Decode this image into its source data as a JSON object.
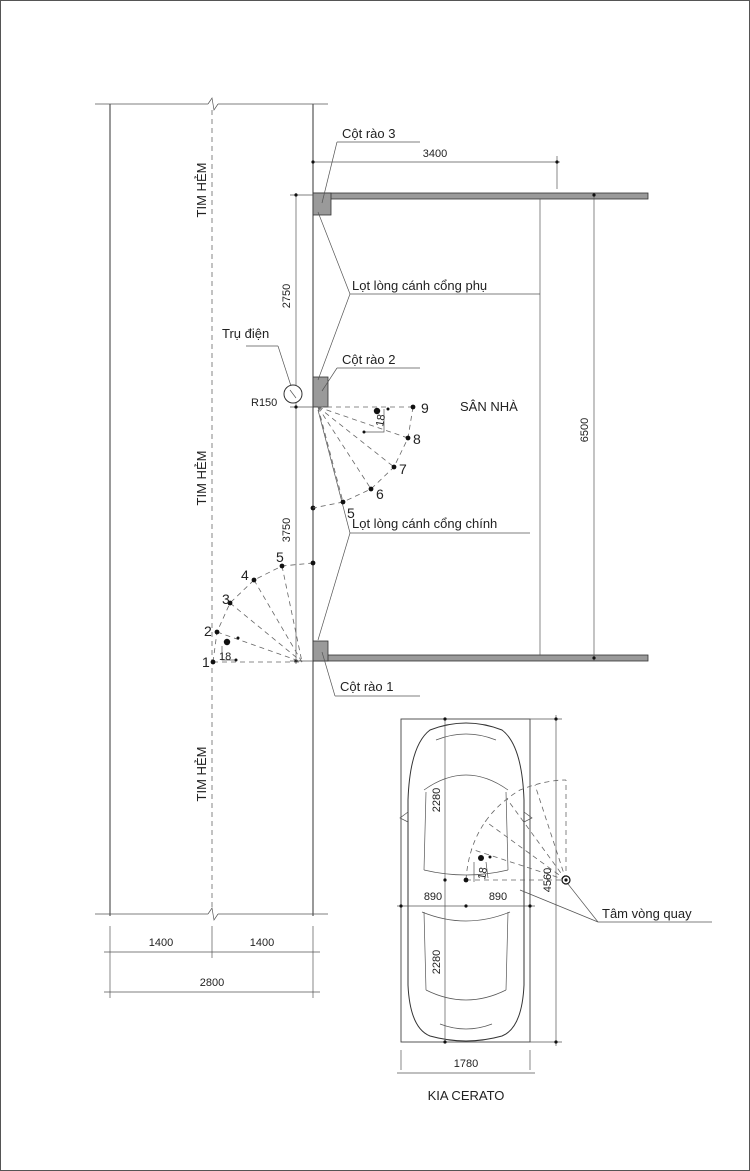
{
  "labels": {
    "tim_hem": "TIM HẺM",
    "cot_rao_3": "Cột rào 3",
    "cot_rao_2": "Cột rào 2",
    "cot_rao_1": "Cột rào 1",
    "lot_long_phu": "Lọt lòng cánh cổng phụ",
    "lot_long_chinh": "Lọt lòng cánh cổng chính",
    "tru_dien": "Trụ điện",
    "san_nha": "SÂN NHÀ",
    "tam_vong_quay": "Tâm vòng quay",
    "car_model": "KIA CERATO",
    "radius": "R150"
  },
  "dimensions": {
    "gate_width_top": "3400",
    "side_gate": "2750",
    "main_gate": "3750",
    "yard_depth": "6500",
    "alley_half_left": "1400",
    "alley_half_right": "1400",
    "alley_total": "2800",
    "car_front": "2280",
    "car_rear": "2280",
    "car_length": "4560",
    "car_half_left": "890",
    "car_half_right": "890",
    "car_width": "1780",
    "angle": "18"
  },
  "lower_path_numbers": [
    "1",
    "2",
    "3",
    "4",
    "5"
  ],
  "upper_path_numbers": [
    "5",
    "6",
    "7",
    "8",
    "9"
  ]
}
